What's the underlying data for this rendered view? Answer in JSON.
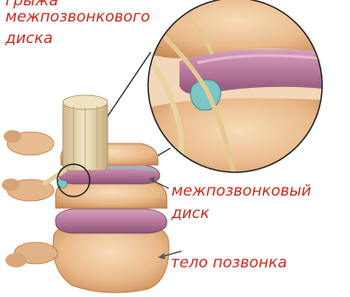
{
  "labels": {
    "hernia_line1": "грыжа",
    "hernia_line2": "межпозвонкового",
    "hernia_line3": "диска",
    "disc_line1": "межпозвонковый",
    "disc_line2": "диск",
    "vertebral_body": "тело позвонка"
  },
  "colors": {
    "label_text": "#cc2a1e",
    "bone": "#e9b98a",
    "disc": "#b8789c",
    "disc_highlight": "#7cc6c6",
    "spinal_cord": "#e6d6b0",
    "outline": "#333333"
  }
}
